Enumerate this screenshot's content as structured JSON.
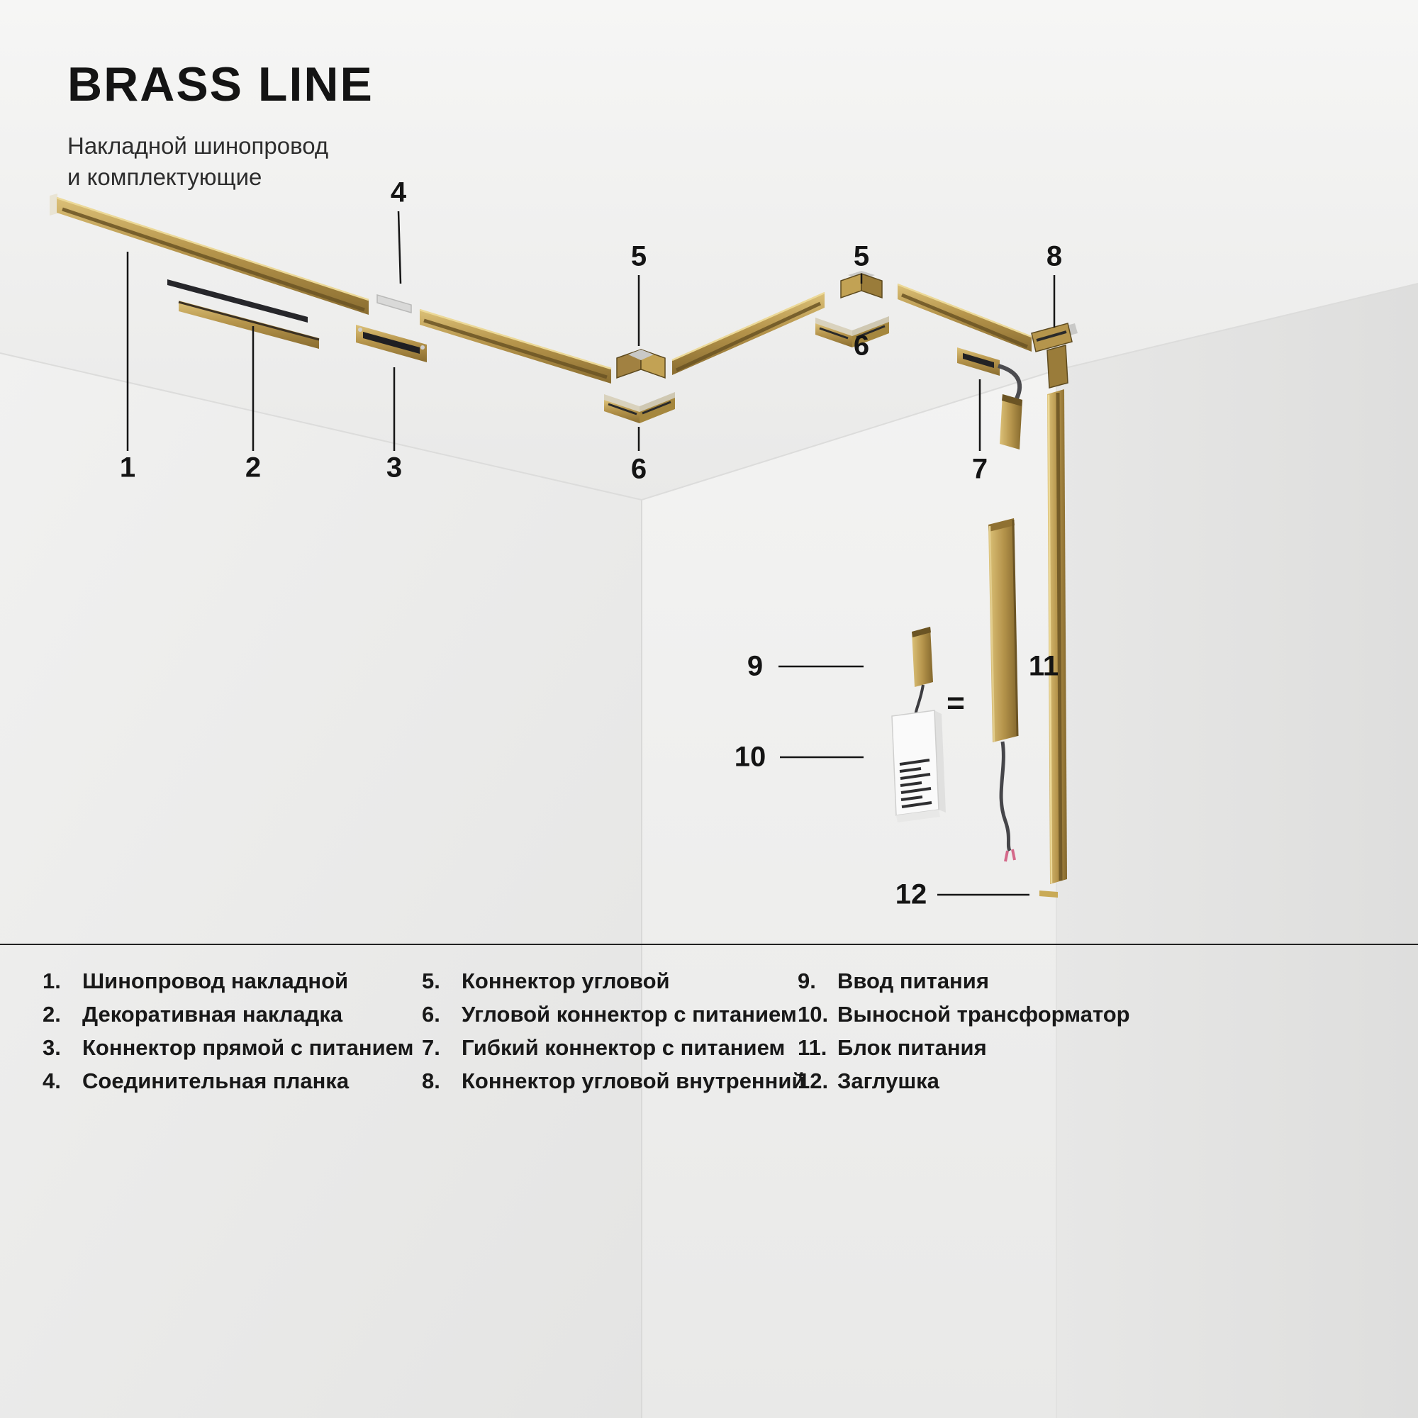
{
  "header": {
    "title": "BRASS LINE",
    "subtitle_line1": "Накладной шинопровод",
    "subtitle_line2": "и комплектующие"
  },
  "colors": {
    "brass": "#b6954c",
    "brass_light": "#dcc178",
    "brass_dark": "#8a6d30",
    "background": "#ececeb",
    "text": "#141414"
  },
  "equals_sign": "=",
  "callouts": [
    {
      "label": "1"
    },
    {
      "label": "2"
    },
    {
      "label": "3"
    },
    {
      "label": "4"
    },
    {
      "label": "5"
    },
    {
      "label": "5"
    },
    {
      "label": "6"
    },
    {
      "label": "6"
    },
    {
      "label": "7"
    },
    {
      "label": "8"
    },
    {
      "label": "9"
    },
    {
      "label": "10"
    },
    {
      "label": "11"
    },
    {
      "label": "12"
    }
  ],
  "legend": {
    "columns": [
      {
        "items": [
          {
            "number": "1.",
            "label": "Шинопровод накладной"
          },
          {
            "number": "2.",
            "label": "Декоративная накладка"
          },
          {
            "number": "3.",
            "label": "Коннектор прямой с питанием"
          },
          {
            "number": "4.",
            "label": "Соединительная планка"
          }
        ]
      },
      {
        "items": [
          {
            "number": "5.",
            "label": "Коннектор угловой"
          },
          {
            "number": "6.",
            "label": "Угловой коннектор с питанием"
          },
          {
            "number": "7.",
            "label": "Гибкий коннектор с питанием"
          },
          {
            "number": "8.",
            "label": "Коннектор угловой внутренний"
          }
        ]
      },
      {
        "items": [
          {
            "number": "9.",
            "label": "Ввод питания"
          },
          {
            "number": "10.",
            "label": "Выносной трансформатор"
          },
          {
            "number": "11.",
            "label": "Блок питания"
          },
          {
            "number": "12.",
            "label": "Заглушка"
          }
        ]
      }
    ]
  }
}
